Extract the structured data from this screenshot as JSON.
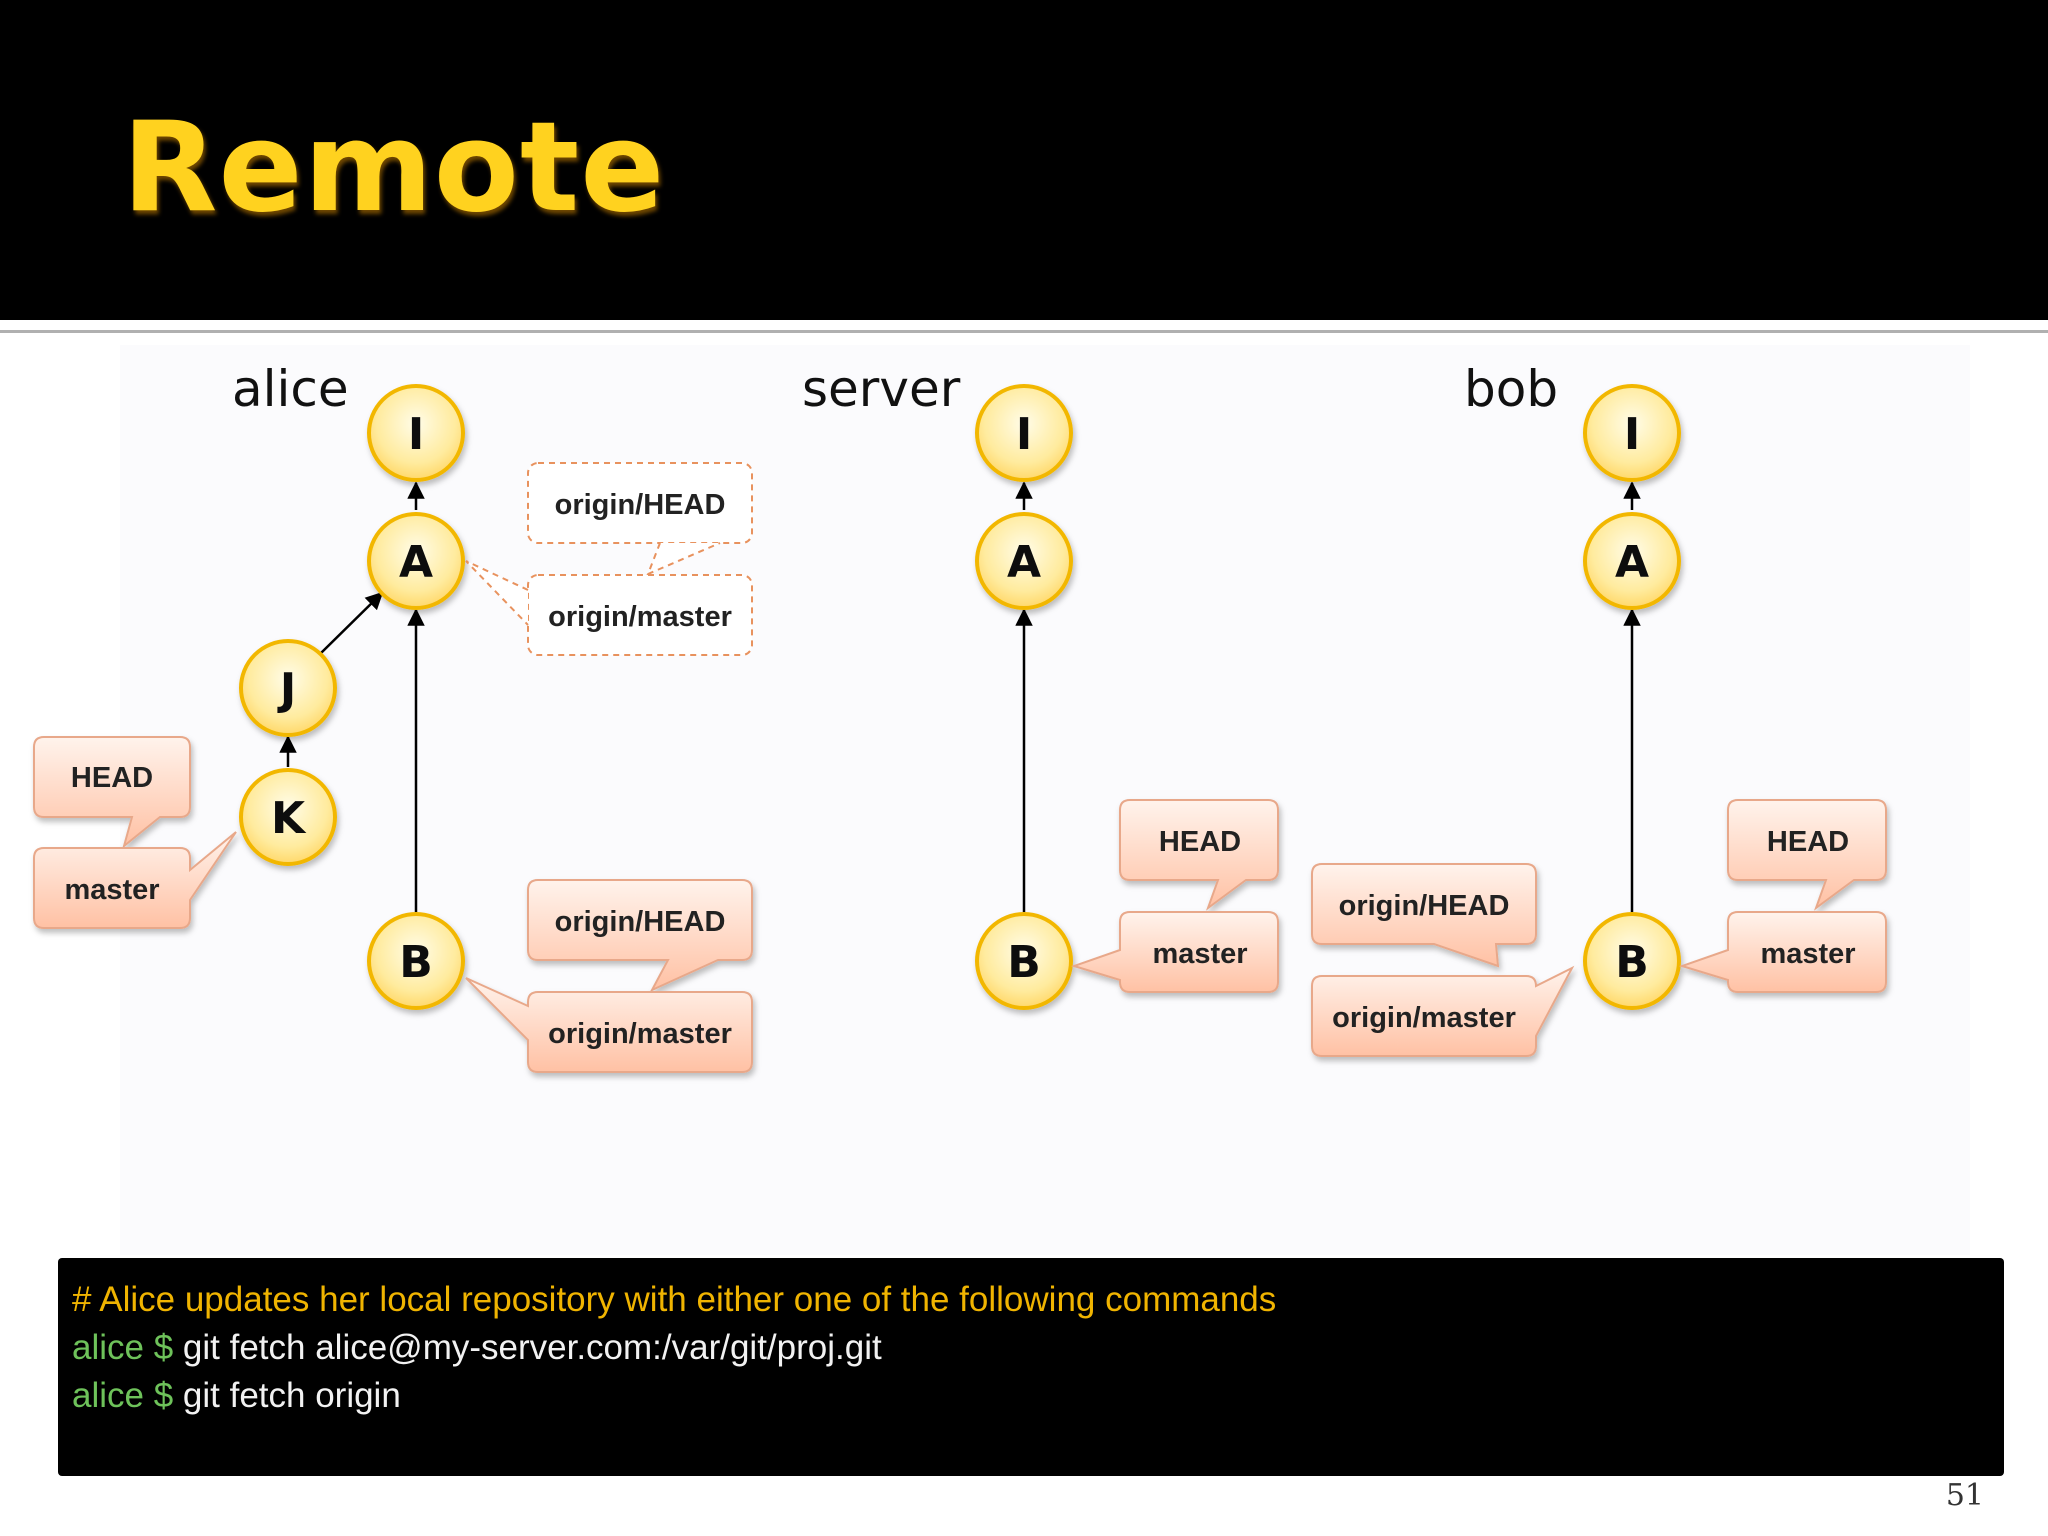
{
  "slide": {
    "title": "Remote",
    "page_number": "51"
  },
  "repos": [
    {
      "name": "alice",
      "nodes": [
        "I",
        "A",
        "J",
        "K",
        "B"
      ],
      "refs": [
        "origin/HEAD",
        "origin/master",
        "HEAD",
        "master",
        "origin/HEAD",
        "origin/master"
      ]
    },
    {
      "name": "server",
      "nodes": [
        "I",
        "A",
        "B"
      ],
      "refs": [
        "HEAD",
        "master"
      ]
    },
    {
      "name": "bob",
      "nodes": [
        "I",
        "A",
        "B"
      ],
      "refs": [
        "origin/HEAD",
        "origin/master",
        "HEAD",
        "master"
      ]
    }
  ],
  "terminal": {
    "comment": "# Alice updates her local repository with either one of the following commands",
    "lines": [
      {
        "prompt": "alice $",
        "command": "git fetch alice@my-server.com:/var/git/proj.git"
      },
      {
        "prompt": "alice $",
        "command": "git fetch origin"
      }
    ]
  },
  "colors": {
    "title": "#ffd21f",
    "node_fill": "#ffe48a",
    "node_stroke": "#f2b705",
    "ref_fill": "#ffcfb8",
    "ref_stroke": "#e8a88a",
    "dashed_ref_stroke": "#e8925e",
    "terminal_comment": "#f0b400",
    "terminal_prompt": "#6ec25a"
  }
}
